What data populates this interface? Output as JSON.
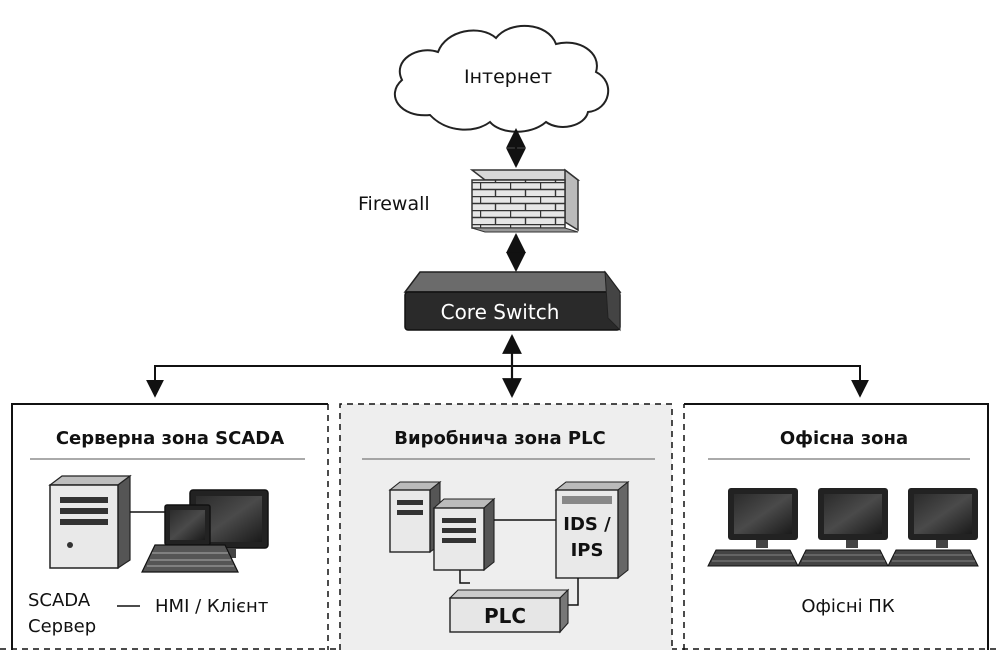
{
  "internet": {
    "label": "Інтернет"
  },
  "firewall": {
    "label": "Firewall"
  },
  "core_switch": {
    "label": "Core Switch"
  },
  "zones": {
    "scada": {
      "title": "Серверна зона SCADA",
      "server_label_line1": "SCADA",
      "server_label_line2": "Сервер",
      "client_label": "HMI / Клієнт"
    },
    "plc": {
      "title": "Виробнича зона PLC",
      "ids_label_line1": "IDS /",
      "ids_label_line2": "IPS",
      "plc_label": "PLC"
    },
    "office": {
      "title": "Офісна зона",
      "pcs_label": "Офісні ПК"
    }
  }
}
